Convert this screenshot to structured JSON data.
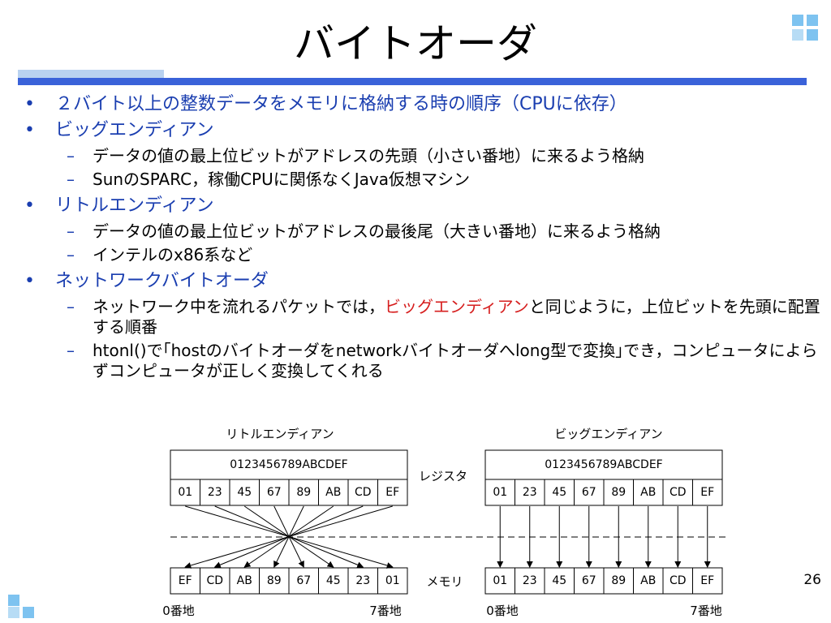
{
  "slide": {
    "title": "バイトオーダ",
    "page_number": "26"
  },
  "bullets": [
    {
      "text": "２バイト以上の整数データをメモリに格納する時の順序（CPUに依存）",
      "children": []
    },
    {
      "text": "ビッグエンディアン",
      "children": [
        "データの値の最上位ビットがアドレスの先頭（小さい番地）に来るよう格納",
        "SunのSPARC，稼働CPUに関係なくJava仮想マシン"
      ]
    },
    {
      "text": "リトルエンディアン",
      "children": [
        "データの値の最上位ビットがアドレスの最後尾（大きい番地）に来るよう格納",
        "インテルのx86系など"
      ]
    },
    {
      "text": "ネットワークバイトオーダ",
      "children": []
    }
  ],
  "network_sub": {
    "item1_before": "ネットワーク中を流れるパケットでは，",
    "item1_highlight": "ビッグエンディアン",
    "item1_after": "と同じように，上位ビットを先頭に配置する順番",
    "item2": "htonl()で｢hostのバイトオーダをnetworkバイトオーダへlong型で変換｣でき，コンピュータによらずコンピュータが正しく変換してくれる"
  },
  "diagram": {
    "little_title": "リトルエンディアン",
    "big_title": "ビッグエンディアン",
    "register_label": "レジスタ",
    "memory_label": "メモリ",
    "register_value": "0123456789ABCDEF",
    "register_bytes": [
      "01",
      "23",
      "45",
      "67",
      "89",
      "AB",
      "CD",
      "EF"
    ],
    "little_memory": [
      "EF",
      "CD",
      "AB",
      "89",
      "67",
      "45",
      "23",
      "01"
    ],
    "big_memory": [
      "01",
      "23",
      "45",
      "67",
      "89",
      "AB",
      "CD",
      "EF"
    ],
    "addr_start": "0番地",
    "addr_end": "7番地"
  },
  "colors": {
    "accent_bar": "#3a62d9",
    "bullet_text": "#1a3eb0",
    "highlight": "#d61e1e",
    "deco_squares": "#7ec3f0"
  }
}
